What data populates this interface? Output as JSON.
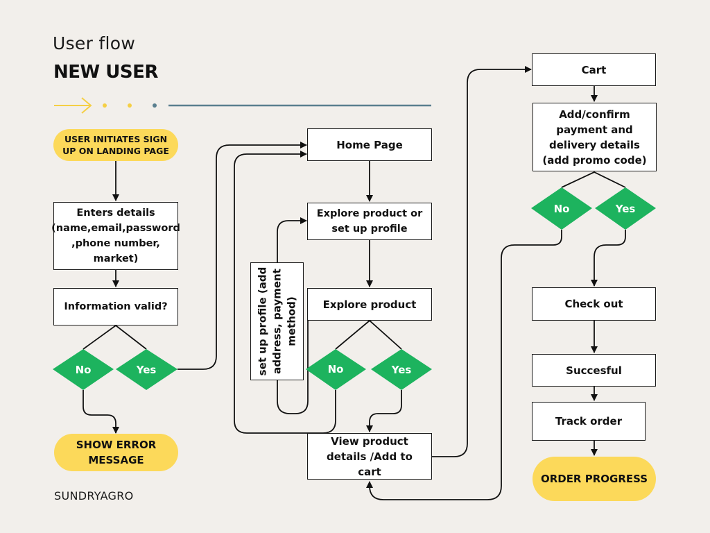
{
  "header": {
    "subtitle": "User flow",
    "title": "NEW USER"
  },
  "brand": "SUNDRYAGRO",
  "colors": {
    "background": "#f2efeb",
    "pill": "#fcd95a",
    "decision": "#1db35e",
    "rule": "#5a7f8f",
    "arrow_accent": "#f5cf45"
  },
  "nodes": {
    "start": "USER INITIATES SIGN UP ON LANDING PAGE",
    "enter_details": "Enters details (name,email,password ,phone number, market)",
    "info_valid": "Information valid?",
    "error": "SHOW ERROR MESSAGE",
    "home": "Home Page",
    "explore_or_profile": "Explore product or set up profile",
    "setup_profile": "set up profile (add address, payment method)",
    "explore_product": "Explore product",
    "view_details": "View product details /Add to cart",
    "cart": "Cart",
    "payment": "Add/confirm payment and delivery details (add promo code)",
    "checkout": "Check out",
    "success": "Succesful",
    "track": "Track order",
    "order_progress": "ORDER PROGRESS"
  },
  "decisions": {
    "valid_no": "No",
    "valid_yes": "Yes",
    "explore_no": "No",
    "explore_yes": "Yes",
    "pay_no": "No",
    "pay_yes": "Yes"
  }
}
